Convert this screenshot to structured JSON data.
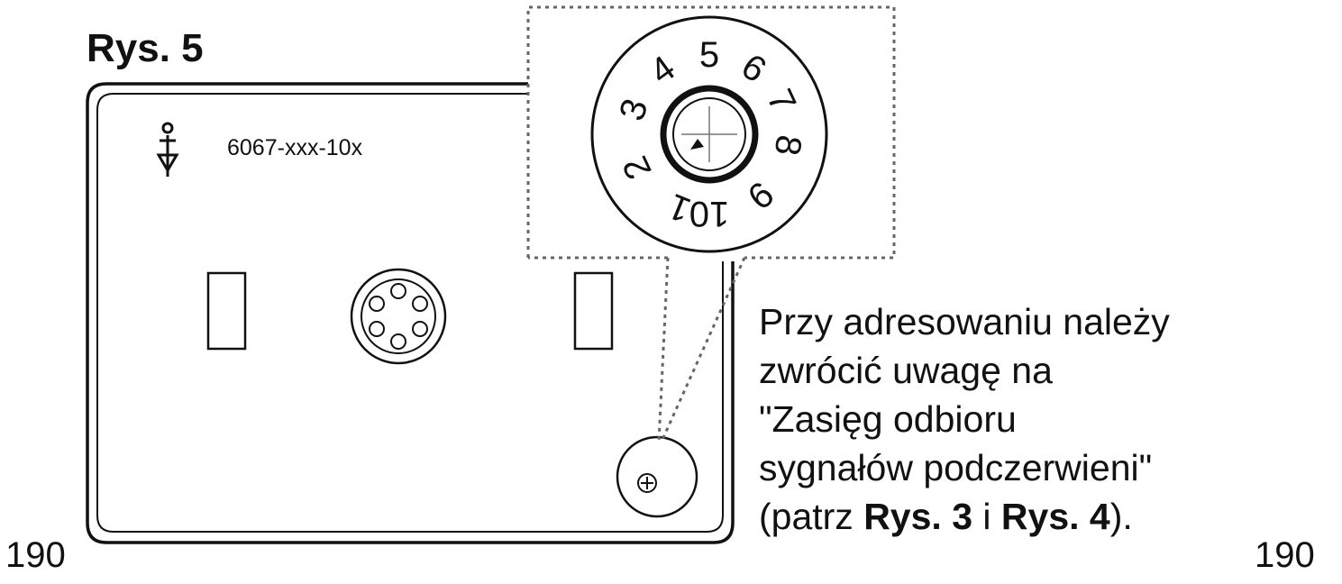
{
  "figure": {
    "title": "Rys. 5"
  },
  "device": {
    "model_label": "6067-xxx-10x",
    "icon": "ir-receiver-symbol-icon"
  },
  "dial": {
    "digits": [
      "1",
      "2",
      "3",
      "4",
      "5",
      "6",
      "7",
      "8",
      "9",
      "10"
    ]
  },
  "note": {
    "line1": "Przy adresowaniu należy",
    "line2": "zwrócić uwagę na",
    "line3": "\"Zasięg odbioru",
    "line4": "sygnałów podczerwieni\"",
    "line5_prefix": "(patrz ",
    "ref1": "Rys. 3",
    "line5_mid": " i ",
    "ref2": "Rys. 4",
    "line5_suffix": ")."
  },
  "page": {
    "number_left": "190",
    "number_right": "190"
  }
}
